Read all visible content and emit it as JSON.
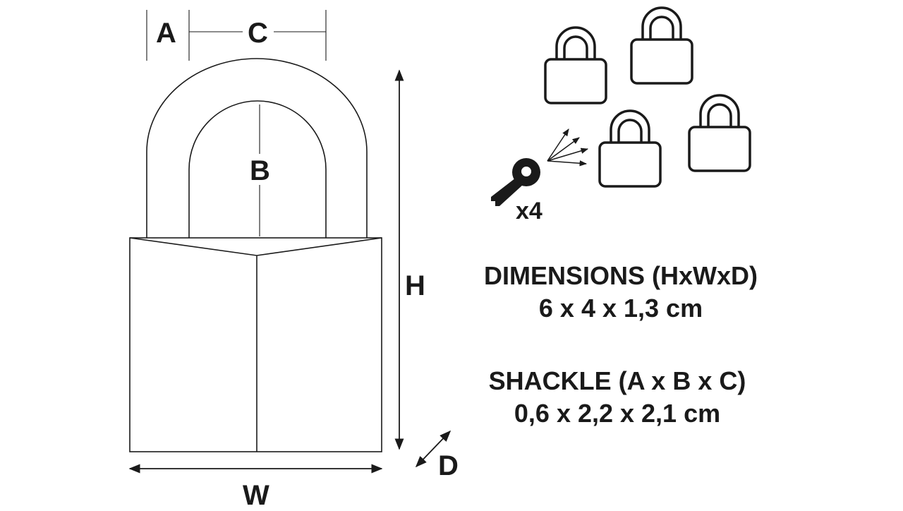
{
  "labels": {
    "a": "A",
    "b": "B",
    "c": "C",
    "h": "H",
    "w": "W",
    "d": "D"
  },
  "keys": {
    "count": "x4",
    "key_icon": "key-icon",
    "lock_icon": "padlock-icon",
    "padlock_count": 4
  },
  "dimensions": {
    "title": "DIMENSIONS (HxWxD)",
    "value": "6 x 4 x 1,3 cm"
  },
  "shackle": {
    "title": "SHACKLE (A x B x C)",
    "value": "0,6 x 2,2 x 2,1 cm"
  },
  "colors": {
    "stroke": "#1a1a1a",
    "background": "#ffffff"
  }
}
